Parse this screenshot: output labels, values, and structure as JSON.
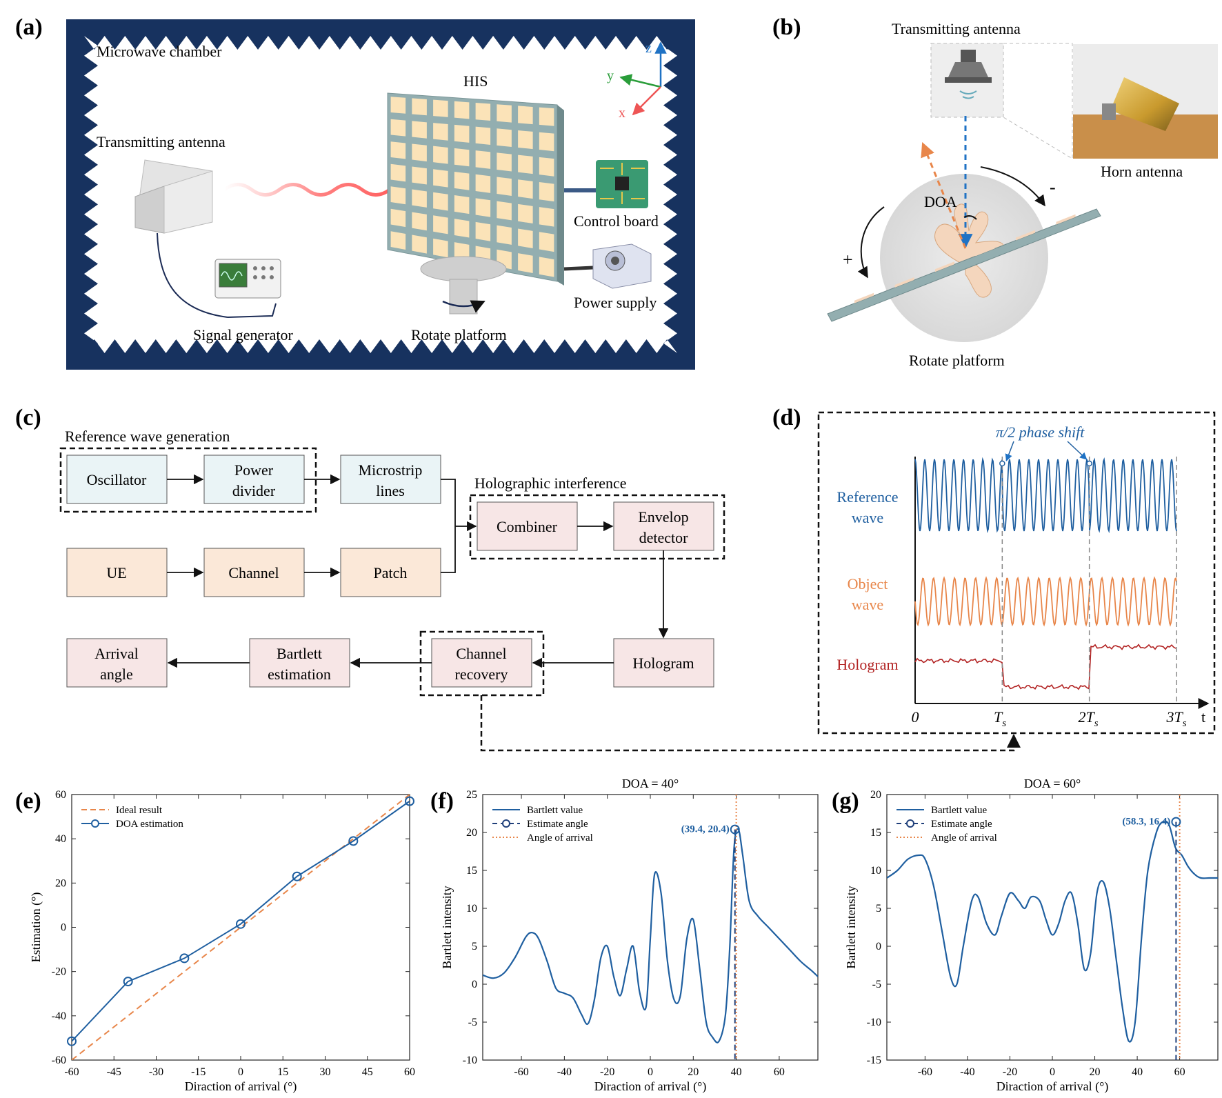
{
  "panel_labels": {
    "a": "(a)",
    "b": "(b)",
    "c": "(c)",
    "d": "(d)",
    "e": "(e)",
    "f": "(f)",
    "g": "(g)"
  },
  "panel_a": {
    "chamber_label": "Microwave chamber",
    "his_label": "HIS",
    "tx_label": "Transmitting antenna",
    "control_board_label": "Control board",
    "power_supply_label": "Power supply",
    "signal_generator_label": "Signal generator",
    "rotate_platform_label": "Rotate platform",
    "axes": {
      "z": "z",
      "y": "y",
      "x": "x"
    }
  },
  "panel_b": {
    "tx_label": "Transmitting antenna",
    "horn_label": "Horn antenna",
    "doa_label": "DOA",
    "plus": "+",
    "minus": "-",
    "rotate_platform_label": "Rotate platform"
  },
  "panel_c": {
    "group_ref": "Reference wave generation",
    "group_holo": "Holographic interference",
    "boxes": {
      "oscillator": "Oscillator",
      "power_divider": [
        "Power",
        "divider"
      ],
      "microstrip": [
        "Microstrip",
        "lines"
      ],
      "combiner": "Combiner",
      "envelop": [
        "Envelop",
        "detector"
      ],
      "ue": "UE",
      "channel": "Channel",
      "patch": "Patch",
      "hologram": "Hologram",
      "channel_recovery": [
        "Channel",
        "recovery"
      ],
      "bartlett": [
        "Bartlett",
        "estimation"
      ],
      "arrival": [
        "Arrival",
        "angle"
      ]
    },
    "colors": {
      "blue_box": "#eaf4f6",
      "orange_box": "#fbe8d8",
      "pink_box": "#f7e6e6"
    }
  },
  "panel_d": {
    "phase_label": "π/2 phase shift",
    "reference_wave": [
      "Reference",
      "wave"
    ],
    "object_wave": [
      "Object",
      "wave"
    ],
    "hologram": "Hologram",
    "ticks": [
      "0",
      "T",
      "2T",
      "3T"
    ],
    "tick_sub": "s",
    "t_label": "t",
    "colors": {
      "reference": "#1f5fa0",
      "object": "#e8864a",
      "hologram": "#b22222"
    }
  },
  "chart_data": [
    {
      "type": "line",
      "panel": "e",
      "xlabel": "Diraction of arrival (°)",
      "ylabel": "Estimation (°)",
      "xlim": [
        -60,
        60
      ],
      "ylim": [
        -60,
        60
      ],
      "xticks": [
        -60,
        -45,
        -30,
        -15,
        0,
        15,
        30,
        45,
        60
      ],
      "yticks": [
        -60,
        -40,
        -20,
        0,
        20,
        40,
        60
      ],
      "legend": "top-left",
      "series": [
        {
          "name": "Ideal result",
          "style": "dashed",
          "color": "#e8864a",
          "x": [
            -60,
            60
          ],
          "y": [
            -60,
            60
          ]
        },
        {
          "name": "DOA estimation",
          "style": "solid-circle",
          "color": "#1f5fa0",
          "x": [
            -60,
            -40,
            -20,
            0,
            20,
            40,
            60
          ],
          "y": [
            -51.5,
            -24.5,
            -14,
            1.5,
            23,
            39,
            57
          ]
        }
      ]
    },
    {
      "type": "line",
      "panel": "f",
      "title": "DOA = 40°",
      "xlabel": "Diraction of arrival (°)",
      "ylabel": "Bartlett intensity",
      "xlim": [
        -78,
        78
      ],
      "ylim": [
        -10,
        25
      ],
      "xticks": [
        -60,
        -40,
        -20,
        0,
        20,
        40,
        60
      ],
      "yticks": [
        -10,
        -5,
        0,
        5,
        10,
        15,
        20,
        25
      ],
      "legend": "top-left",
      "annotation": "(39.4, 20.4)",
      "estimate": {
        "x": 39.4,
        "y": 20.4
      },
      "arrival": 40,
      "series": [
        {
          "name": "Bartlett value",
          "color": "#1f5fa0",
          "x": [
            -78,
            -73,
            -68,
            -63,
            -58,
            -55,
            -52,
            -48,
            -44,
            -40,
            -36,
            -32,
            -29,
            -26,
            -23,
            -20,
            -17,
            -14,
            -11,
            -8,
            -5,
            -2,
            0,
            2,
            5,
            8,
            11,
            14,
            17,
            20,
            23,
            26,
            29,
            32,
            35,
            37,
            39,
            41,
            43,
            46,
            50,
            55,
            60,
            65,
            70,
            75,
            78
          ],
          "y": [
            1.2,
            0.8,
            1.5,
            3.5,
            6.2,
            6.8,
            6,
            3,
            -0.5,
            -1.2,
            -1.8,
            -4,
            -5.2,
            -2,
            3.5,
            5,
            1,
            -1.5,
            2,
            5,
            -1,
            -3,
            6,
            14.5,
            12,
            3,
            -2,
            -1.5,
            6,
            8.5,
            2,
            -5,
            -7,
            -7.5,
            -4,
            5,
            18,
            20.4,
            17,
            11,
            9,
            7.5,
            6,
            4.5,
            3,
            1.8,
            1
          ]
        },
        {
          "name": "Estimate angle",
          "style": "dashed"
        },
        {
          "name": "Angle of arrival",
          "style": "dotted",
          "color": "#e8864a"
        }
      ]
    },
    {
      "type": "line",
      "panel": "g",
      "title": "DOA = 60°",
      "xlabel": "Diraction of arrival (°)",
      "ylabel": "Bartlett intensity",
      "xlim": [
        -78,
        78
      ],
      "ylim": [
        -15,
        20
      ],
      "xticks": [
        -60,
        -40,
        -20,
        0,
        20,
        40,
        60
      ],
      "yticks": [
        -15,
        -10,
        -5,
        0,
        5,
        10,
        15,
        20
      ],
      "legend": "top-left",
      "annotation": "(58.3, 16.4)",
      "estimate": {
        "x": 58.3,
        "y": 16.4
      },
      "arrival": 60,
      "series": [
        {
          "name": "Bartlett value",
          "color": "#1f5fa0",
          "x": [
            -78,
            -73,
            -68,
            -63,
            -60,
            -56,
            -52,
            -48,
            -45,
            -42,
            -38,
            -35,
            -31,
            -27,
            -24,
            -20,
            -16,
            -13,
            -10,
            -6,
            -3,
            0,
            3,
            6,
            9,
            12,
            15,
            18,
            21,
            24,
            27,
            30,
            33,
            36,
            39,
            42,
            45,
            49,
            52,
            55,
            58,
            61,
            64,
            67,
            70,
            74,
            78
          ],
          "y": [
            9,
            10,
            11.5,
            12,
            11.5,
            8,
            2,
            -4,
            -5,
            0,
            6,
            6.5,
            3,
            1.5,
            4,
            7,
            6,
            5,
            6.5,
            6,
            3.5,
            1.5,
            3,
            6,
            7,
            3,
            -3,
            -1,
            7,
            8.5,
            5,
            -1.5,
            -8,
            -12.5,
            -10,
            1,
            10,
            15,
            16.4,
            16,
            13,
            12,
            10.5,
            9.5,
            9,
            9,
            9
          ]
        },
        {
          "name": "Estimate angle",
          "style": "dashed"
        },
        {
          "name": "Angle of arrival",
          "style": "dotted",
          "color": "#e8864a"
        }
      ]
    }
  ]
}
